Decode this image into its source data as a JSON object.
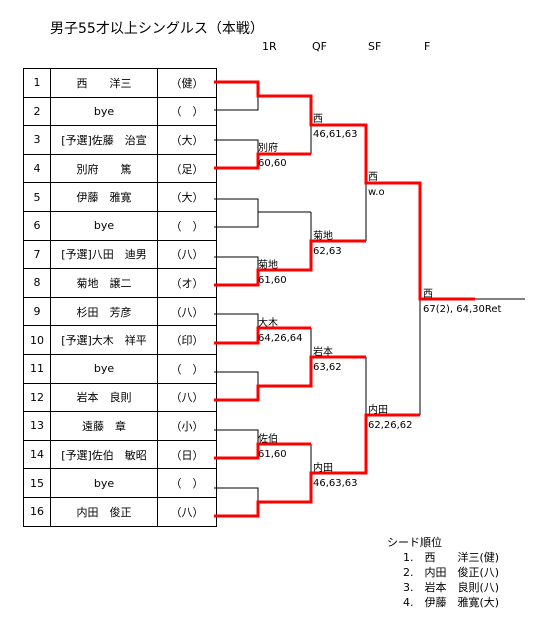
{
  "title": "男子55才以上シングルス（本戦）",
  "rounds": [
    "1R",
    "QF",
    "SF",
    "F"
  ],
  "players": [
    {
      "no": "1",
      "name": "西　　洋三",
      "club": "（健）"
    },
    {
      "no": "2",
      "name": "bye",
      "club": "（　）"
    },
    {
      "no": "3",
      "name": "[予選]佐藤　治宣",
      "club": "（大）"
    },
    {
      "no": "4",
      "name": "別府　　篤",
      "club": "（足）"
    },
    {
      "no": "5",
      "name": "伊藤　雅寛",
      "club": "（大）"
    },
    {
      "no": "6",
      "name": "bye",
      "club": "（　）"
    },
    {
      "no": "7",
      "name": "[予選]八田　迪男",
      "club": "（八）"
    },
    {
      "no": "8",
      "name": "菊地　譲二",
      "club": "（オ）"
    },
    {
      "no": "9",
      "name": "杉田　芳彦",
      "club": "（八）"
    },
    {
      "no": "10",
      "name": "[予選]大木　祥平",
      "club": "（印）"
    },
    {
      "no": "11",
      "name": "bye",
      "club": "（　）"
    },
    {
      "no": "12",
      "name": "岩本　良則",
      "club": "（八）"
    },
    {
      "no": "13",
      "name": "遠藤　章",
      "club": "（小）"
    },
    {
      "no": "14",
      "name": "[予選]佐伯　敏昭",
      "club": "（日）"
    },
    {
      "no": "15",
      "name": "bye",
      "club": "（　）"
    },
    {
      "no": "16",
      "name": "内田　俊正",
      "club": "（八）"
    }
  ],
  "results": {
    "r1": [
      {
        "winner": "別府",
        "score": "60,60"
      },
      {
        "winner": "菊地",
        "score": "61,60"
      },
      {
        "winner": "大木",
        "score": "64,26,64"
      },
      {
        "winner": "佐伯",
        "score": "61,60"
      }
    ],
    "qf": [
      {
        "winner": "西",
        "score": "46,61,63"
      },
      {
        "winner": "菊地",
        "score": "62,63"
      },
      {
        "winner": "岩本",
        "score": "63,62"
      },
      {
        "winner": "内田",
        "score": "46,63,63"
      }
    ],
    "sf": [
      {
        "winner": "西",
        "score": "w.o"
      },
      {
        "winner": "内田",
        "score": "62,26,62"
      }
    ],
    "final": {
      "winner": "西",
      "score": "67(2), 64,30Ret"
    }
  },
  "seeds": {
    "heading": "シード順位",
    "items": [
      "1.　西　　洋三(健)",
      "2.　内田　俊正(八)",
      "3.　岩本　良則(八)",
      "4.　伊藤　雅寛(大)"
    ]
  },
  "colors": {
    "winner_line": "#ff0000",
    "line": "#000000"
  }
}
